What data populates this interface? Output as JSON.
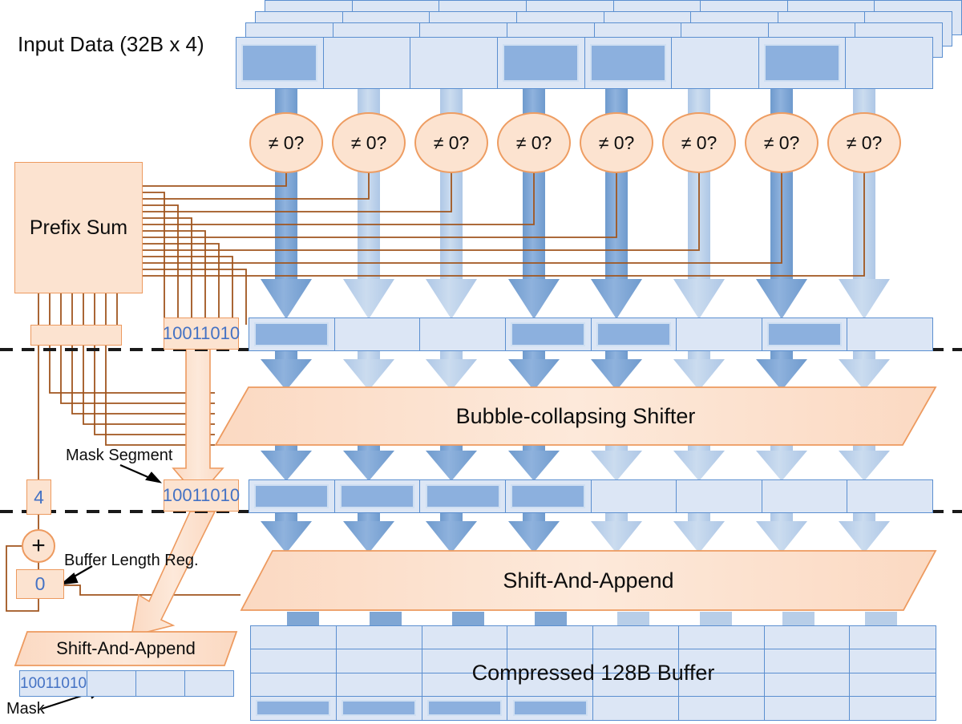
{
  "title": "Input Data (32B x 4)",
  "labels": {
    "prefix_sum": "Prefix Sum",
    "bubble_shifter": "Bubble-collapsing Shifter",
    "shift_and_append": "Shift-And-Append",
    "shift_and_append_mask": "Shift-And-Append",
    "compressed_buffer": "Compressed 128B Buffer",
    "mask_segment": "Mask Segment",
    "buffer_length_reg": "Buffer Length Reg.",
    "mask": "Mask"
  },
  "comparator_label": "≠ 0?",
  "comparator_count": 8,
  "mask_value": "10011010",
  "mask_segment_top": "10011010",
  "mask_segment_mid": "10011010",
  "mask_bar_value": "10011010",
  "popcount_value": "4",
  "buffer_length_value": "0",
  "plus_symbol": "+",
  "chart_data": {
    "type": "diagram",
    "input_row_pattern": [
      1,
      0,
      0,
      1,
      1,
      0,
      1,
      0
    ],
    "mid_row_pattern": [
      1,
      0,
      0,
      1,
      1,
      0,
      1,
      0
    ],
    "collapsed_row_pattern": [
      1,
      1,
      1,
      1,
      0,
      0,
      0,
      0
    ],
    "buffer_last_row_pattern": [
      1,
      1,
      1,
      1,
      0,
      0,
      0,
      0
    ],
    "stacked_layers": 4,
    "buffer_rows": 4,
    "buffer_cols": 8,
    "mask_bar_cells": 4
  },
  "colors": {
    "cell_fill_light": "#dce6f5",
    "cell_fill_dark": "#8cb0de",
    "cell_border": "#5b8fd0",
    "arrow_dark": "#7fa6d4",
    "arrow_light": "#b8cee8",
    "peach_fill": "#fce3d0",
    "peach_border": "#ed9a5f",
    "wire": "#a0561f",
    "value_text": "#4472c4",
    "dashed_line": "#1a1a1a"
  }
}
